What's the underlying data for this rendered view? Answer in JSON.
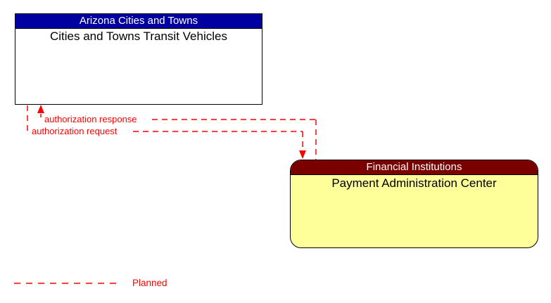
{
  "boxes": {
    "top": {
      "header": "Arizona Cities and Towns",
      "body": "Cities and Towns Transit Vehicles",
      "header_bg": "#0000A0",
      "header_text_color": "#FFFFFF",
      "body_bg": "#FFFFFF",
      "body_text_color": "#000000"
    },
    "bottom": {
      "header": "Financial Institutions",
      "body": "Payment Administration Center",
      "header_bg": "#7B0000",
      "header_text_color": "#FFFFFF",
      "body_bg": "#FFFF99",
      "body_text_color": "#000000"
    }
  },
  "flows": {
    "response": {
      "label": "authorization response"
    },
    "request": {
      "label": "authorization request"
    }
  },
  "legend": {
    "label": "Planned",
    "line_style": "dashed",
    "line_color": "#FF0000"
  },
  "colors": {
    "flow_line": "#FF0000",
    "flow_label_text": "#FF0000",
    "box_border": "#000000"
  }
}
